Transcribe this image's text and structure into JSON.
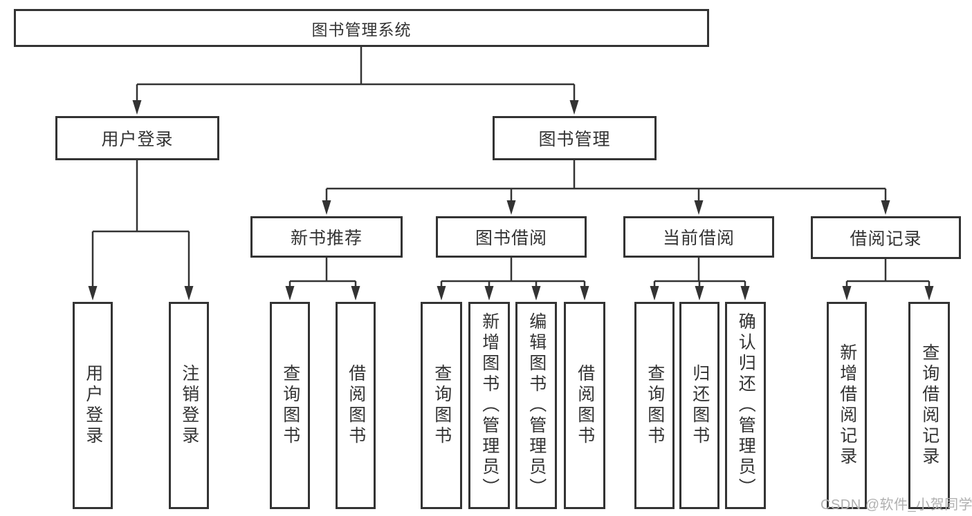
{
  "diagram": {
    "root": "图书管理系统",
    "level2": {
      "user_login": "用户登录",
      "book_mgmt": "图书管理"
    },
    "level3": {
      "new_book_rec": "新书推荐",
      "book_borrow": "图书借阅",
      "current_borrow": "当前借阅",
      "borrow_records": "借阅记录"
    },
    "leaves": {
      "user_login": [
        "用户登录",
        "注销登录"
      ],
      "new_book_rec": [
        "查询图书",
        "借阅图书"
      ],
      "book_borrow": [
        "查询图书",
        "新增图书（管理员）",
        "编辑图书（管理员）",
        "借阅图书"
      ],
      "current_borrow": [
        "查询图书",
        "归还图书",
        "确认归还（管理员）"
      ],
      "borrow_records": [
        "新增借阅记录",
        "查询借阅记录"
      ]
    }
  },
  "watermark": "CSDN @软件_小贺同学",
  "colors": {
    "line": "#333333",
    "box_border": "#333333",
    "text": "#333333",
    "background": "#ffffff",
    "watermark": "#b0b0b0"
  }
}
